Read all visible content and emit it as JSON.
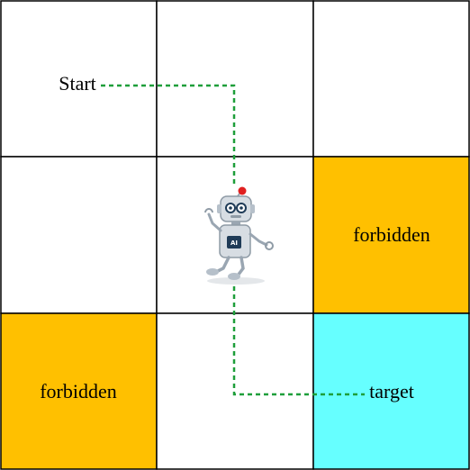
{
  "grid": {
    "rows": 3,
    "cols": 3,
    "cells": [
      {
        "row": 0,
        "col": 0,
        "type": "start",
        "label": "Start",
        "color": "#ffffff"
      },
      {
        "row": 0,
        "col": 1,
        "type": "empty",
        "label": "",
        "color": "#ffffff"
      },
      {
        "row": 0,
        "col": 2,
        "type": "empty",
        "label": "",
        "color": "#ffffff"
      },
      {
        "row": 1,
        "col": 0,
        "type": "empty",
        "label": "",
        "color": "#ffffff"
      },
      {
        "row": 1,
        "col": 1,
        "type": "agent",
        "label": "",
        "color": "#ffffff"
      },
      {
        "row": 1,
        "col": 2,
        "type": "forbidden",
        "label": "forbidden",
        "color": "#ffc000"
      },
      {
        "row": 2,
        "col": 0,
        "type": "forbidden",
        "label": "forbidden",
        "color": "#ffc000"
      },
      {
        "row": 2,
        "col": 1,
        "type": "empty",
        "label": "",
        "color": "#ffffff"
      },
      {
        "row": 2,
        "col": 2,
        "type": "target",
        "label": "target",
        "color": "#66ffff"
      }
    ]
  },
  "colors": {
    "grid_line": "#000000",
    "path": "#1e9e3a",
    "forbidden": "#ffc000",
    "target": "#66ffff",
    "robot_body": "#d7dde3",
    "robot_accent": "#1f3b57",
    "robot_antenna_dot": "#e02020"
  },
  "path": {
    "style": "dashed",
    "from_cell": "start",
    "to_cell": "target",
    "route": "right, down through agent cell, right to target"
  },
  "agent": {
    "icon": "robot-icon",
    "chest_text": "AI"
  }
}
